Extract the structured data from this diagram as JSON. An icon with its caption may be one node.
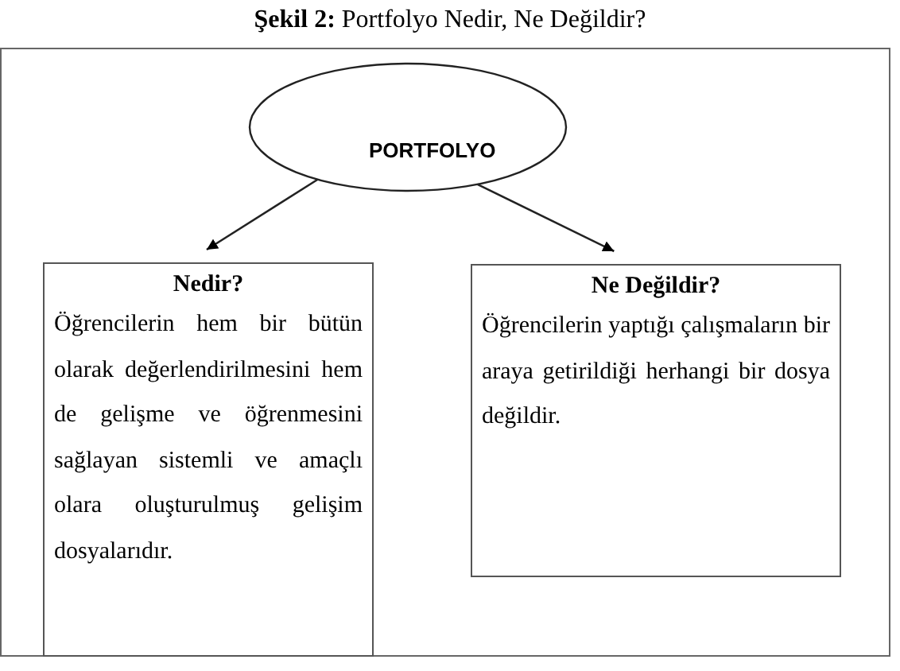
{
  "diagram": {
    "title": "**Şekil 2:** Portfolyo Nedir, Ne Değildir?",
    "nodes": [
      {
        "text": [
          "PORTFOLYO"
        ]
      },
      {
        "text": [
          "Nedir?",
          "Öğrencilerin hem bir bütün olarak değerlendirilmesini hem de gelişme ve öğrenmesini sağlayan sistemli ve amaçlı olara oluşturulmuş gelişim dosyalarıdır."
        ]
      },
      {
        "text": [
          "Ne Değildir?",
          "Öğrencilerin yaptığı çalışmaların bir araya getirildiği herhangi bir dosya değildir."
        ]
      }
    ],
    "edges": [
      {
        "from": 0,
        "to": 1,
        "arrow": "to"
      },
      {
        "from": 0,
        "to": 2,
        "arrow": "to"
      }
    ]
  }
}
